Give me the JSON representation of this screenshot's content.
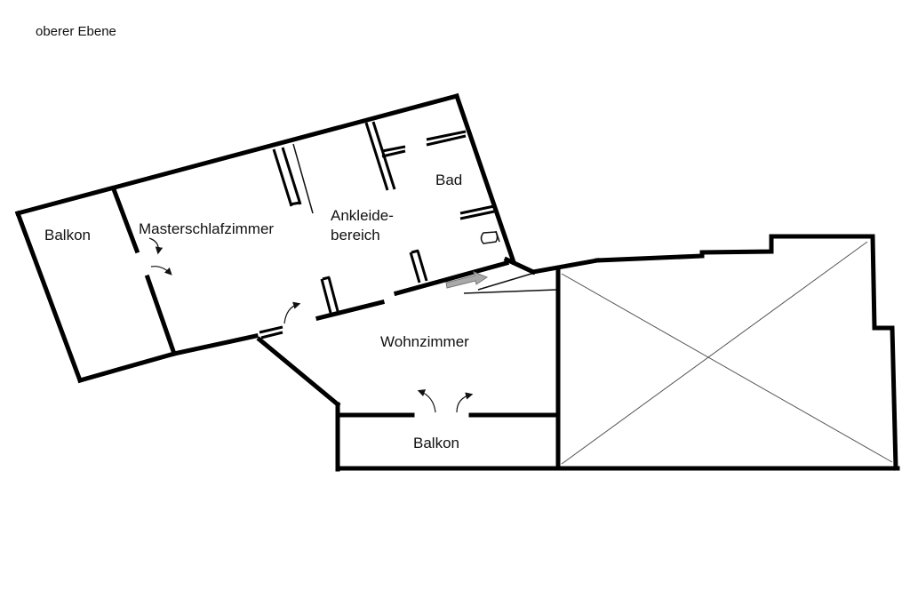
{
  "title": "oberer Ebene",
  "rooms": {
    "balkon_left": "Balkon",
    "master": "Masterschlafzimmer",
    "ankleide_1": "Ankleide-",
    "ankleide_2": "bereich",
    "bad": "Bad",
    "wohnzimmer": "Wohnzimmer",
    "balkon_bottom": "Balkon"
  },
  "colors": {
    "wall": "#000000",
    "void_lines": "#555555",
    "stair_arrow": "#a9a9a9"
  }
}
